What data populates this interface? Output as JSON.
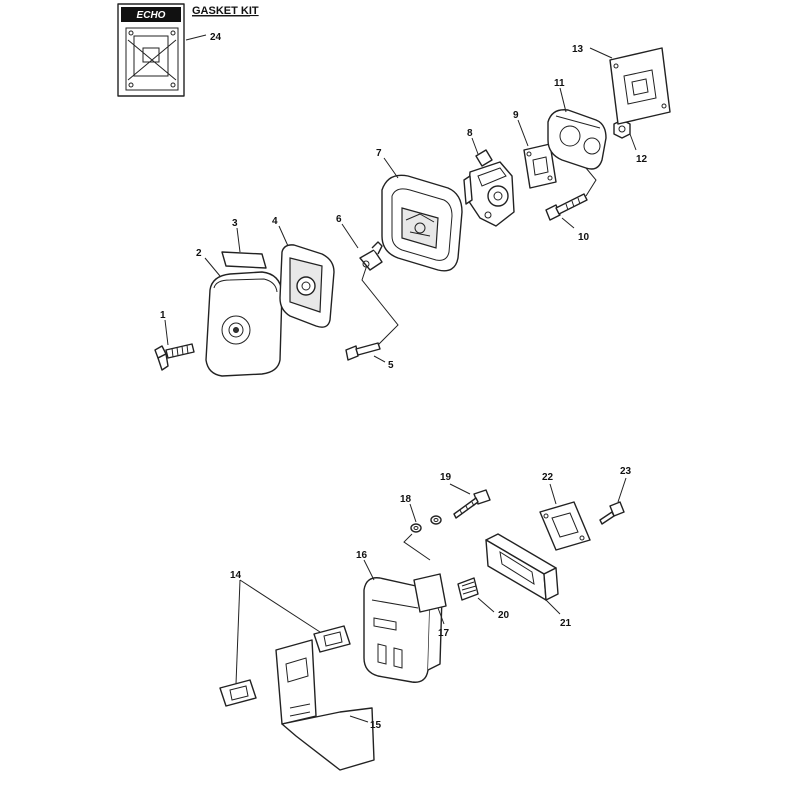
{
  "kit": {
    "brand": "ECHO",
    "title": "GASKET KIT",
    "callout": "24"
  },
  "callouts": {
    "c1": "1",
    "c2": "2",
    "c3": "3",
    "c4": "4",
    "c5": "5",
    "c6": "6",
    "c7": "7",
    "c8": "8",
    "c9": "9",
    "c10": "10",
    "c11": "11",
    "c12": "12",
    "c13": "13",
    "c14": "14",
    "c15": "15",
    "c16": "16",
    "c17": "17",
    "c18": "18",
    "c19": "19",
    "c20": "20",
    "c21": "21",
    "c22": "22",
    "c23": "23"
  }
}
